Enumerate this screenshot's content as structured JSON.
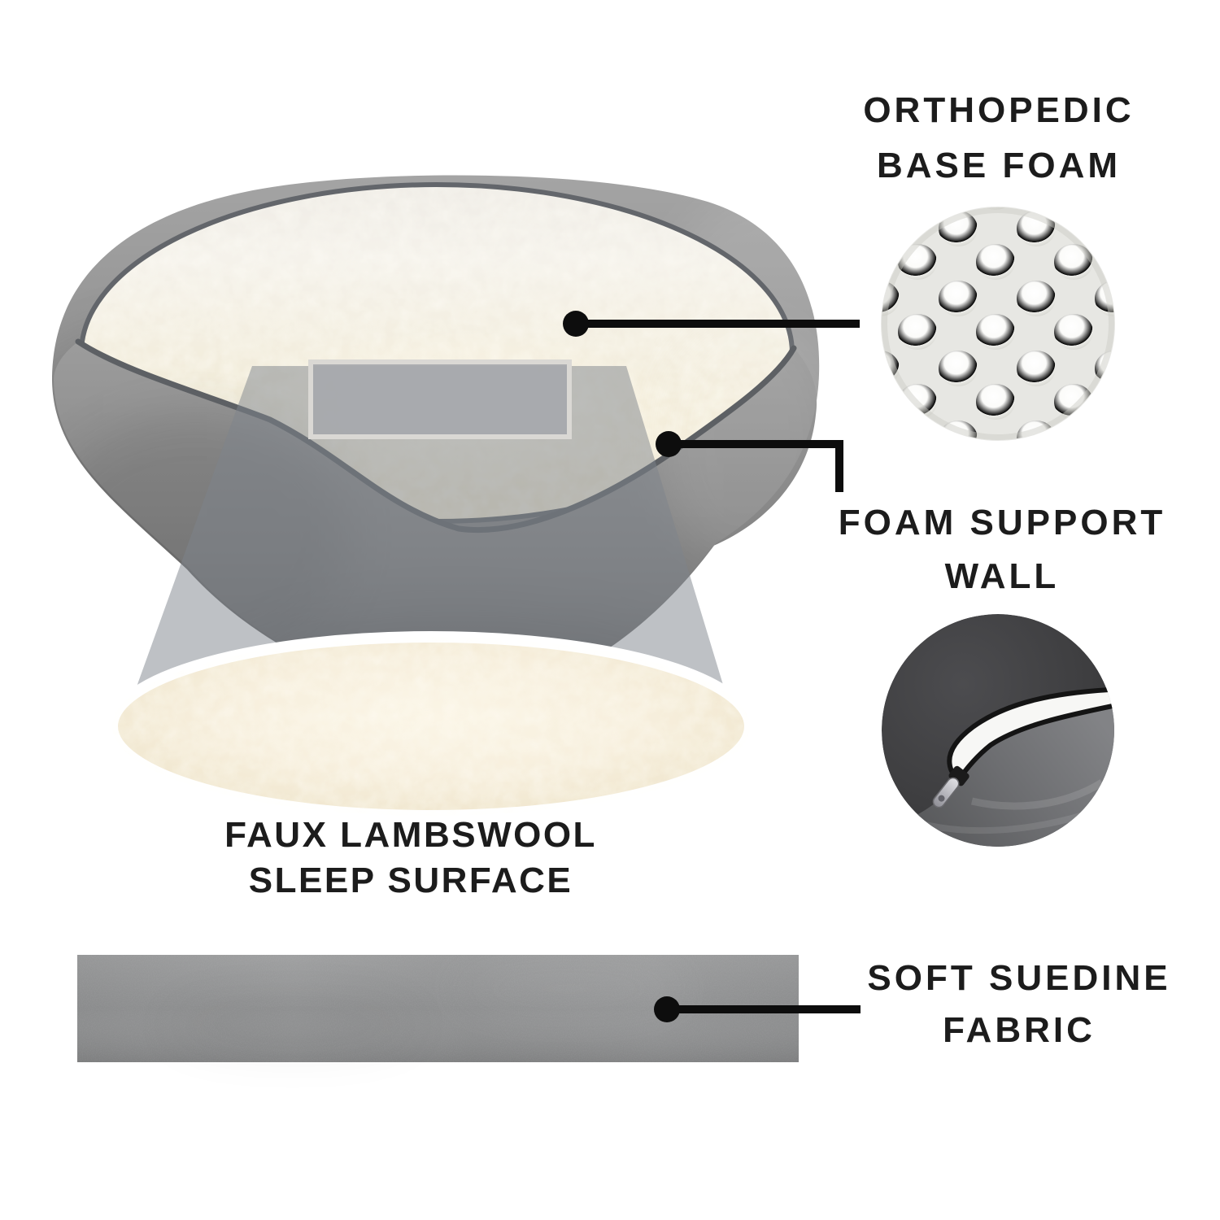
{
  "callouts": {
    "orthopedic": {
      "line1": "ORTHOPEDIC",
      "line2": "BASE FOAM"
    },
    "foam_wall": {
      "line1": "FOAM SUPPORT",
      "line2": "WALL"
    },
    "lambswool": {
      "line1": "FAUX LAMBSWOOL",
      "line2": "SLEEP SURFACE"
    },
    "suedine": {
      "line1": "SOFT SUEDINE",
      "line2": "FABRIC"
    }
  },
  "swatches": {
    "foam": "egg-crate-foam-swatch",
    "zipper": "zipped-cover-foam-swatch",
    "fabric_strip": "suedine-fabric-strip",
    "sleep_surface": "lambswool-closeup-ellipse"
  },
  "figure": {
    "subject": "oval pet bed cutaway diagram",
    "magnifier": "highlight-rectangle-with-projection-cone"
  },
  "colors": {
    "background": "#ffffff",
    "text": "#1c1c1c",
    "callout_line": "#0d0d0d",
    "bed_wall_gray": "#8e8e8e",
    "piping_gray": "#5d6064",
    "wool_cream": "#f3ecd9",
    "closeup_cream": "#f7efdd",
    "cone_gray": "#7d838a",
    "rect_gray": "#a6a9ad",
    "strip_gray": "#909192",
    "foam_white": "#f6f6f3",
    "cover_dark_gray": "#404042",
    "cover_light_gray": "#77787b"
  }
}
